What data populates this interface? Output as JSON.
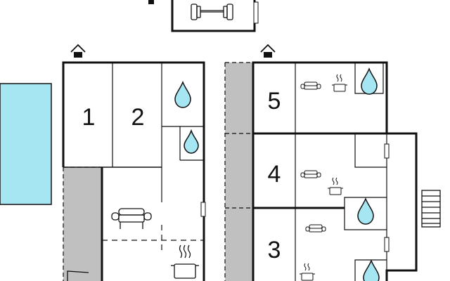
{
  "floorplan": {
    "colors": {
      "wall": "#111111",
      "pool": "#a6e6f3",
      "terrace": "#c0c0c0",
      "water_drop": "#a6e6f3",
      "background": "#ffffff"
    },
    "rooms_left": [
      {
        "number": "1"
      },
      {
        "number": "2"
      }
    ],
    "rooms_right": [
      {
        "number": "5"
      },
      {
        "number": "4"
      },
      {
        "number": "3"
      }
    ],
    "icons": [
      "house-entrance-icon",
      "water-drop-icon",
      "sofa-icon",
      "stove-icon",
      "dumbbell-icon",
      "stairs-icon"
    ]
  }
}
